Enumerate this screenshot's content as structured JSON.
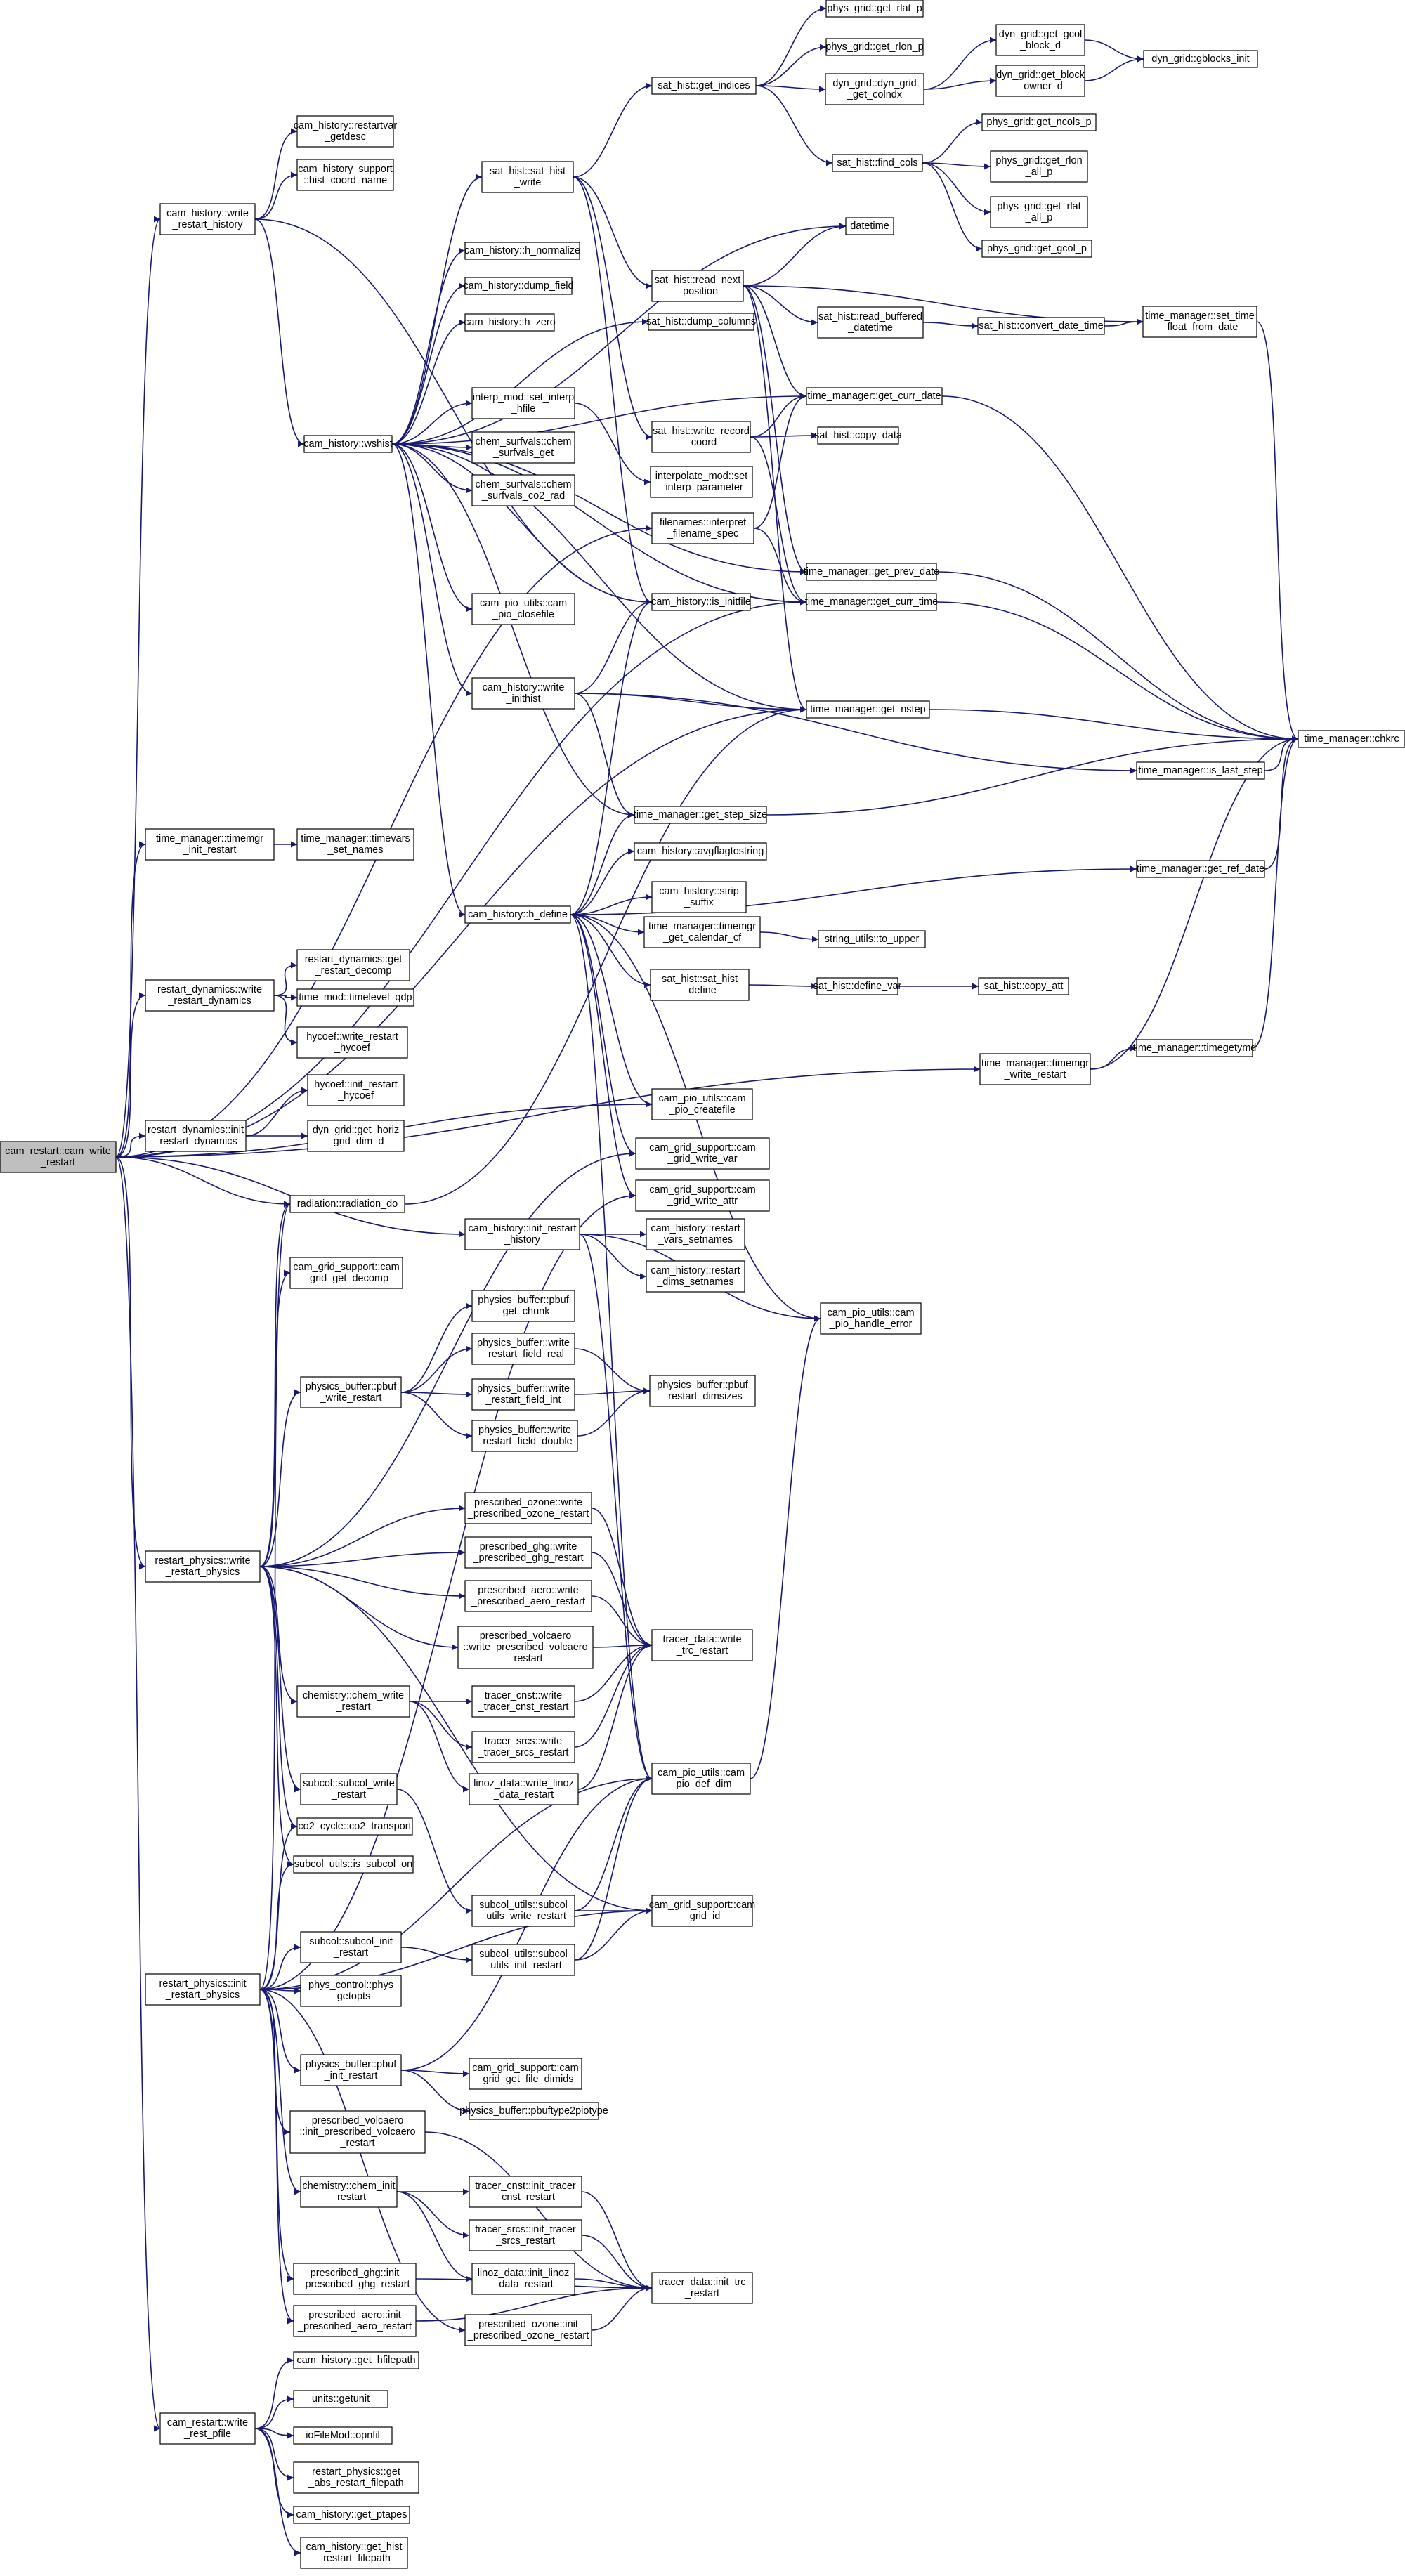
{
  "root": "n1",
  "nodes": [
    {
      "id": "n1",
      "lines": [
        "cam_restart::cam_write",
        "_restart"
      ],
      "root": true
    },
    {
      "id": "n2",
      "lines": [
        "cam_history::write",
        "_restart_history"
      ]
    },
    {
      "id": "n3",
      "lines": [
        "cam_history::restartvar",
        "_getdesc"
      ]
    },
    {
      "id": "n4",
      "lines": [
        "cam_history_support",
        "::hist_coord_name"
      ]
    },
    {
      "id": "n5",
      "lines": [
        "cam_history::wshist"
      ]
    },
    {
      "id": "n6",
      "lines": [
        "sat_hist::sat_hist",
        "_write"
      ]
    },
    {
      "id": "n7",
      "lines": [
        "sat_hist::get_indices"
      ]
    },
    {
      "id": "n8",
      "lines": [
        "phys_grid::get_rlat_p"
      ]
    },
    {
      "id": "n9",
      "lines": [
        "phys_grid::get_rlon_p"
      ]
    },
    {
      "id": "n10",
      "lines": [
        "dyn_grid::dyn_grid",
        "_get_colndx"
      ]
    },
    {
      "id": "n11",
      "lines": [
        "dyn_grid::get_gcol",
        "_block_d"
      ]
    },
    {
      "id": "n12",
      "lines": [
        "dyn_grid::get_block",
        "_owner_d"
      ]
    },
    {
      "id": "n13",
      "lines": [
        "dyn_grid::gblocks_init"
      ]
    },
    {
      "id": "n14",
      "lines": [
        "sat_hist::find_cols"
      ]
    },
    {
      "id": "n15",
      "lines": [
        "phys_grid::get_ncols_p"
      ]
    },
    {
      "id": "n16",
      "lines": [
        "phys_grid::get_rlon",
        "_all_p"
      ]
    },
    {
      "id": "n17",
      "lines": [
        "phys_grid::get_rlat",
        "_all_p"
      ]
    },
    {
      "id": "n18",
      "lines": [
        "phys_grid::get_gcol_p"
      ]
    },
    {
      "id": "n19",
      "lines": [
        "datetime"
      ]
    },
    {
      "id": "n20",
      "lines": [
        "cam_history::h_normalize"
      ]
    },
    {
      "id": "n21",
      "lines": [
        "sat_hist::read_next",
        "_position"
      ]
    },
    {
      "id": "n22",
      "lines": [
        "cam_history::dump_field"
      ]
    },
    {
      "id": "n23",
      "lines": [
        "sat_hist::read_buffered",
        "_datetime"
      ]
    },
    {
      "id": "n24",
      "lines": [
        "sat_hist::convert_date_time"
      ]
    },
    {
      "id": "n25",
      "lines": [
        "time_manager::set_time",
        "_float_from_date"
      ]
    },
    {
      "id": "n26",
      "lines": [
        "cam_history::h_zero"
      ]
    },
    {
      "id": "n27",
      "lines": [
        "sat_hist::dump_columns"
      ]
    },
    {
      "id": "n28",
      "lines": [
        "interp_mod::set_interp",
        "_hfile"
      ]
    },
    {
      "id": "n29",
      "lines": [
        "time_manager::get_curr_date"
      ]
    },
    {
      "id": "n30",
      "lines": [
        "sat_hist::write_record",
        "_coord"
      ]
    },
    {
      "id": "n31",
      "lines": [
        "sat_hist::copy_data"
      ]
    },
    {
      "id": "n32",
      "lines": [
        "chem_surfvals::chem",
        "_surfvals_get"
      ]
    },
    {
      "id": "n33",
      "lines": [
        "interpolate_mod::set",
        "_interp_parameter"
      ]
    },
    {
      "id": "n34",
      "lines": [
        "chem_surfvals::chem",
        "_surfvals_co2_rad"
      ]
    },
    {
      "id": "n35",
      "lines": [
        "filenames::interpret",
        "_filename_spec"
      ]
    },
    {
      "id": "n36",
      "lines": [
        "time_manager::get_prev_date"
      ]
    },
    {
      "id": "n37",
      "lines": [
        "cam_pio_utils::cam",
        "_pio_closefile"
      ]
    },
    {
      "id": "n38",
      "lines": [
        "cam_history::is_initfile"
      ]
    },
    {
      "id": "n39",
      "lines": [
        "time_manager::get_curr_time"
      ]
    },
    {
      "id": "n40",
      "lines": [
        "cam_history::write",
        "_inithist"
      ]
    },
    {
      "id": "n41",
      "lines": [
        "time_manager::get_nstep"
      ]
    },
    {
      "id": "n42",
      "lines": [
        "time_manager::chkrc"
      ]
    },
    {
      "id": "n43",
      "lines": [
        "time_manager::is_last_step"
      ]
    },
    {
      "id": "n44",
      "lines": [
        "time_manager::get_step_size"
      ]
    },
    {
      "id": "n45",
      "lines": [
        "time_manager::timemgr",
        "_init_restart"
      ]
    },
    {
      "id": "n46",
      "lines": [
        "time_manager::timevars",
        "_set_names"
      ]
    },
    {
      "id": "n47",
      "lines": [
        "cam_history::avgflagtostring"
      ]
    },
    {
      "id": "n48",
      "lines": [
        "time_manager::get_ref_date"
      ]
    },
    {
      "id": "n49",
      "lines": [
        "cam_history::strip",
        "_suffix"
      ]
    },
    {
      "id": "n50",
      "lines": [
        "cam_history::h_define"
      ]
    },
    {
      "id": "n51",
      "lines": [
        "time_manager::timemgr",
        "_get_calendar_cf"
      ]
    },
    {
      "id": "n52",
      "lines": [
        "string_utils::to_upper"
      ]
    },
    {
      "id": "n53",
      "lines": [
        "restart_dynamics::get",
        "_restart_decomp"
      ]
    },
    {
      "id": "n54",
      "lines": [
        "restart_dynamics::write",
        "_restart_dynamics"
      ]
    },
    {
      "id": "n55",
      "lines": [
        "time_mod::timelevel_qdp"
      ]
    },
    {
      "id": "n56",
      "lines": [
        "sat_hist::sat_hist",
        "_define"
      ]
    },
    {
      "id": "n57",
      "lines": [
        "sat_hist::define_var"
      ]
    },
    {
      "id": "n58",
      "lines": [
        "sat_hist::copy_att"
      ]
    },
    {
      "id": "n59",
      "lines": [
        "hycoef::write_restart",
        "_hycoef"
      ]
    },
    {
      "id": "n60",
      "lines": [
        "time_manager::timemgr",
        "_write_restart"
      ]
    },
    {
      "id": "n61",
      "lines": [
        "time_manager::timegetymd"
      ]
    },
    {
      "id": "n62",
      "lines": [
        "hycoef::init_restart",
        "_hycoef"
      ]
    },
    {
      "id": "n63",
      "lines": [
        "cam_pio_utils::cam",
        "_pio_createfile"
      ]
    },
    {
      "id": "n64",
      "lines": [
        "restart_dynamics::init",
        "_restart_dynamics"
      ]
    },
    {
      "id": "n65",
      "lines": [
        "dyn_grid::get_horiz",
        "_grid_dim_d"
      ]
    },
    {
      "id": "n66",
      "lines": [
        "cam_grid_support::cam",
        "_grid_write_var"
      ]
    },
    {
      "id": "n67",
      "lines": [
        "radiation::radiation_do"
      ]
    },
    {
      "id": "n68",
      "lines": [
        "cam_grid_support::cam",
        "_grid_write_attr"
      ]
    },
    {
      "id": "n69",
      "lines": [
        "cam_history::init_restart",
        "_history"
      ]
    },
    {
      "id": "n70",
      "lines": [
        "cam_history::restart",
        "_vars_setnames"
      ]
    },
    {
      "id": "n71",
      "lines": [
        "cam_grid_support::cam",
        "_grid_get_decomp"
      ]
    },
    {
      "id": "n72",
      "lines": [
        "cam_history::restart",
        "_dims_setnames"
      ]
    },
    {
      "id": "n73",
      "lines": [
        "physics_buffer::pbuf",
        "_get_chunk"
      ]
    },
    {
      "id": "n74",
      "lines": [
        "cam_pio_utils::cam",
        "_pio_handle_error"
      ]
    },
    {
      "id": "n75",
      "lines": [
        "physics_buffer::write",
        "_restart_field_real"
      ]
    },
    {
      "id": "n76",
      "lines": [
        "physics_buffer::pbuf",
        "_write_restart"
      ]
    },
    {
      "id": "n77",
      "lines": [
        "physics_buffer::write",
        "_restart_field_int"
      ]
    },
    {
      "id": "n78",
      "lines": [
        "physics_buffer::pbuf",
        "_restart_dimsizes"
      ]
    },
    {
      "id": "n79",
      "lines": [
        "physics_buffer::write",
        "_restart_field_double"
      ]
    },
    {
      "id": "n80",
      "lines": [
        "prescribed_ozone::write",
        "_prescribed_ozone_restart"
      ]
    },
    {
      "id": "n81",
      "lines": [
        "prescribed_ghg::write",
        "_prescribed_ghg_restart"
      ]
    },
    {
      "id": "n82",
      "lines": [
        "restart_physics::write",
        "_restart_physics"
      ]
    },
    {
      "id": "n83",
      "lines": [
        "prescribed_aero::write",
        "_prescribed_aero_restart"
      ]
    },
    {
      "id": "n84",
      "lines": [
        "prescribed_volcaero",
        "::write_prescribed_volcaero",
        "_restart"
      ]
    },
    {
      "id": "n85",
      "lines": [
        "tracer_data::write",
        "_trc_restart"
      ]
    },
    {
      "id": "n86",
      "lines": [
        "chemistry::chem_write",
        "_restart"
      ]
    },
    {
      "id": "n87",
      "lines": [
        "tracer_cnst::write",
        "_tracer_cnst_restart"
      ]
    },
    {
      "id": "n88",
      "lines": [
        "tracer_srcs::write",
        "_tracer_srcs_restart"
      ]
    },
    {
      "id": "n89",
      "lines": [
        "linoz_data::write_linoz",
        "_data_restart"
      ]
    },
    {
      "id": "n90",
      "lines": [
        "subcol::subcol_write",
        "_restart"
      ]
    },
    {
      "id": "n91",
      "lines": [
        "cam_pio_utils::cam",
        "_pio_def_dim"
      ]
    },
    {
      "id": "n92",
      "lines": [
        "co2_cycle::co2_transport"
      ]
    },
    {
      "id": "n93",
      "lines": [
        "subcol_utils::is_subcol_on"
      ]
    },
    {
      "id": "n94",
      "lines": [
        "subcol_utils::subcol",
        "_utils_write_restart"
      ]
    },
    {
      "id": "n95",
      "lines": [
        "cam_grid_support::cam",
        "_grid_id"
      ]
    },
    {
      "id": "n96",
      "lines": [
        "subcol::subcol_init",
        "_restart"
      ]
    },
    {
      "id": "n97",
      "lines": [
        "subcol_utils::subcol",
        "_utils_init_restart"
      ]
    },
    {
      "id": "n98",
      "lines": [
        "restart_physics::init",
        "_restart_physics"
      ]
    },
    {
      "id": "n99",
      "lines": [
        "phys_control::phys",
        "_getopts"
      ]
    },
    {
      "id": "n100",
      "lines": [
        "physics_buffer::pbuf",
        "_init_restart"
      ]
    },
    {
      "id": "n101",
      "lines": [
        "cam_grid_support::cam",
        "_grid_get_file_dimids"
      ]
    },
    {
      "id": "n102",
      "lines": [
        "physics_buffer::pbuftype2piotype"
      ]
    },
    {
      "id": "n103",
      "lines": [
        "prescribed_volcaero",
        "::init_prescribed_volcaero",
        "_restart"
      ]
    },
    {
      "id": "n104",
      "lines": [
        "chemistry::chem_init",
        "_restart"
      ]
    },
    {
      "id": "n105",
      "lines": [
        "tracer_cnst::init_tracer",
        "_cnst_restart"
      ]
    },
    {
      "id": "n106",
      "lines": [
        "tracer_srcs::init_tracer",
        "_srcs_restart"
      ]
    },
    {
      "id": "n107",
      "lines": [
        "prescribed_ghg::init",
        "_prescribed_ghg_restart"
      ]
    },
    {
      "id": "n108",
      "lines": [
        "linoz_data::init_linoz",
        "_data_restart"
      ]
    },
    {
      "id": "n109",
      "lines": [
        "tracer_data::init_trc",
        "_restart"
      ]
    },
    {
      "id": "n110",
      "lines": [
        "prescribed_aero::init",
        "_prescribed_aero_restart"
      ]
    },
    {
      "id": "n111",
      "lines": [
        "prescribed_ozone::init",
        "_prescribed_ozone_restart"
      ]
    },
    {
      "id": "n112",
      "lines": [
        "cam_history::get_hfilepath"
      ]
    },
    {
      "id": "n113",
      "lines": [
        "units::getunit"
      ]
    },
    {
      "id": "n114",
      "lines": [
        "cam_restart::write",
        "_rest_pfile"
      ]
    },
    {
      "id": "n115",
      "lines": [
        "ioFileMod::opnfil"
      ]
    },
    {
      "id": "n116",
      "lines": [
        "restart_physics::get",
        "_abs_restart_filepath"
      ]
    },
    {
      "id": "n117",
      "lines": [
        "cam_history::get_ptapes"
      ]
    },
    {
      "id": "n118",
      "lines": [
        "cam_history::get_hist",
        "_restart_filepath"
      ]
    }
  ],
  "edges": [
    [
      "n1",
      "n2"
    ],
    [
      "n1",
      "n45"
    ],
    [
      "n1",
      "n54"
    ],
    [
      "n1",
      "n64"
    ],
    [
      "n1",
      "n60"
    ],
    [
      "n1",
      "n67"
    ],
    [
      "n1",
      "n69"
    ],
    [
      "n1",
      "n82"
    ],
    [
      "n1",
      "n114"
    ],
    [
      "n1",
      "n41"
    ],
    [
      "n1",
      "n39"
    ],
    [
      "n1",
      "n63"
    ],
    [
      "n1",
      "n35"
    ],
    [
      "n2",
      "n3"
    ],
    [
      "n2",
      "n4"
    ],
    [
      "n2",
      "n5"
    ],
    [
      "n2",
      "n38"
    ],
    [
      "n5",
      "n6"
    ],
    [
      "n5",
      "n20"
    ],
    [
      "n5",
      "n22"
    ],
    [
      "n5",
      "n26"
    ],
    [
      "n5",
      "n27"
    ],
    [
      "n5",
      "n28"
    ],
    [
      "n5",
      "n29"
    ],
    [
      "n5",
      "n32"
    ],
    [
      "n5",
      "n34"
    ],
    [
      "n5",
      "n37"
    ],
    [
      "n5",
      "n38"
    ],
    [
      "n5",
      "n39"
    ],
    [
      "n5",
      "n40"
    ],
    [
      "n5",
      "n41"
    ],
    [
      "n5",
      "n44"
    ],
    [
      "n5",
      "n50"
    ],
    [
      "n5",
      "n19"
    ],
    [
      "n5",
      "n36"
    ],
    [
      "n6",
      "n7"
    ],
    [
      "n6",
      "n21"
    ],
    [
      "n6",
      "n30"
    ],
    [
      "n6",
      "n38"
    ],
    [
      "n7",
      "n8"
    ],
    [
      "n7",
      "n9"
    ],
    [
      "n7",
      "n10"
    ],
    [
      "n7",
      "n14"
    ],
    [
      "n10",
      "n11"
    ],
    [
      "n10",
      "n12"
    ],
    [
      "n11",
      "n13"
    ],
    [
      "n12",
      "n13"
    ],
    [
      "n14",
      "n15"
    ],
    [
      "n14",
      "n16"
    ],
    [
      "n14",
      "n17"
    ],
    [
      "n14",
      "n18"
    ],
    [
      "n21",
      "n19"
    ],
    [
      "n21",
      "n23"
    ],
    [
      "n21",
      "n25"
    ],
    [
      "n21",
      "n29"
    ],
    [
      "n21",
      "n36"
    ],
    [
      "n21",
      "n41"
    ],
    [
      "n23",
      "n24"
    ],
    [
      "n24",
      "n25"
    ],
    [
      "n25",
      "n42"
    ],
    [
      "n28",
      "n33"
    ],
    [
      "n29",
      "n42"
    ],
    [
      "n36",
      "n42"
    ],
    [
      "n39",
      "n42"
    ],
    [
      "n41",
      "n42"
    ],
    [
      "n43",
      "n42"
    ],
    [
      "n44",
      "n42"
    ],
    [
      "n48",
      "n42"
    ],
    [
      "n61",
      "n42"
    ],
    [
      "n30",
      "n29"
    ],
    [
      "n30",
      "n31"
    ],
    [
      "n30",
      "n39"
    ],
    [
      "n35",
      "n29"
    ],
    [
      "n35",
      "n39"
    ],
    [
      "n40",
      "n38"
    ],
    [
      "n40",
      "n41"
    ],
    [
      "n40",
      "n43"
    ],
    [
      "n40",
      "n44"
    ],
    [
      "n45",
      "n46"
    ],
    [
      "n50",
      "n44"
    ],
    [
      "n50",
      "n47"
    ],
    [
      "n50",
      "n49"
    ],
    [
      "n50",
      "n51"
    ],
    [
      "n50",
      "n56"
    ],
    [
      "n50",
      "n63"
    ],
    [
      "n50",
      "n66"
    ],
    [
      "n50",
      "n68"
    ],
    [
      "n50",
      "n74"
    ],
    [
      "n50",
      "n91"
    ],
    [
      "n50",
      "n38"
    ],
    [
      "n50",
      "n48"
    ],
    [
      "n51",
      "n52"
    ],
    [
      "n56",
      "n57"
    ],
    [
      "n57",
      "n58"
    ],
    [
      "n54",
      "n53"
    ],
    [
      "n54",
      "n55"
    ],
    [
      "n54",
      "n59"
    ],
    [
      "n60",
      "n61"
    ],
    [
      "n60",
      "n42"
    ],
    [
      "n64",
      "n62"
    ],
    [
      "n64",
      "n65"
    ],
    [
      "n67",
      "n41"
    ],
    [
      "n69",
      "n70"
    ],
    [
      "n69",
      "n72"
    ],
    [
      "n69",
      "n74"
    ],
    [
      "n69",
      "n91"
    ],
    [
      "n76",
      "n73"
    ],
    [
      "n76",
      "n75"
    ],
    [
      "n76",
      "n77"
    ],
    [
      "n76",
      "n79"
    ],
    [
      "n75",
      "n78"
    ],
    [
      "n77",
      "n78"
    ],
    [
      "n79",
      "n78"
    ],
    [
      "n82",
      "n66"
    ],
    [
      "n82",
      "n67"
    ],
    [
      "n82",
      "n71"
    ],
    [
      "n82",
      "n76"
    ],
    [
      "n82",
      "n80"
    ],
    [
      "n82",
      "n81"
    ],
    [
      "n82",
      "n83"
    ],
    [
      "n82",
      "n84"
    ],
    [
      "n82",
      "n86"
    ],
    [
      "n82",
      "n90"
    ],
    [
      "n82",
      "n92"
    ],
    [
      "n82",
      "n93"
    ],
    [
      "n82",
      "n95"
    ],
    [
      "n80",
      "n85"
    ],
    [
      "n81",
      "n85"
    ],
    [
      "n83",
      "n85"
    ],
    [
      "n84",
      "n85"
    ],
    [
      "n87",
      "n85"
    ],
    [
      "n88",
      "n85"
    ],
    [
      "n89",
      "n85"
    ],
    [
      "n86",
      "n87"
    ],
    [
      "n86",
      "n88"
    ],
    [
      "n86",
      "n89"
    ],
    [
      "n90",
      "n94"
    ],
    [
      "n94",
      "n91"
    ],
    [
      "n94",
      "n95"
    ],
    [
      "n97",
      "n91"
    ],
    [
      "n97",
      "n95"
    ],
    [
      "n91",
      "n74"
    ],
    [
      "n98",
      "n67"
    ],
    [
      "n98",
      "n68"
    ],
    [
      "n98",
      "n91"
    ],
    [
      "n98",
      "n92"
    ],
    [
      "n98",
      "n93"
    ],
    [
      "n98",
      "n95"
    ],
    [
      "n98",
      "n96"
    ],
    [
      "n98",
      "n99"
    ],
    [
      "n98",
      "n100"
    ],
    [
      "n98",
      "n103"
    ],
    [
      "n98",
      "n104"
    ],
    [
      "n98",
      "n107"
    ],
    [
      "n98",
      "n110"
    ],
    [
      "n98",
      "n111"
    ],
    [
      "n96",
      "n97"
    ],
    [
      "n100",
      "n101"
    ],
    [
      "n100",
      "n102"
    ],
    [
      "n100",
      "n91"
    ],
    [
      "n103",
      "n109"
    ],
    [
      "n104",
      "n105"
    ],
    [
      "n104",
      "n106"
    ],
    [
      "n104",
      "n108"
    ],
    [
      "n105",
      "n109"
    ],
    [
      "n106",
      "n109"
    ],
    [
      "n107",
      "n109"
    ],
    [
      "n108",
      "n109"
    ],
    [
      "n110",
      "n109"
    ],
    [
      "n111",
      "n109"
    ],
    [
      "n114",
      "n112"
    ],
    [
      "n114",
      "n113"
    ],
    [
      "n114",
      "n115"
    ],
    [
      "n114",
      "n116"
    ],
    [
      "n114",
      "n117"
    ],
    [
      "n114",
      "n118"
    ]
  ]
}
